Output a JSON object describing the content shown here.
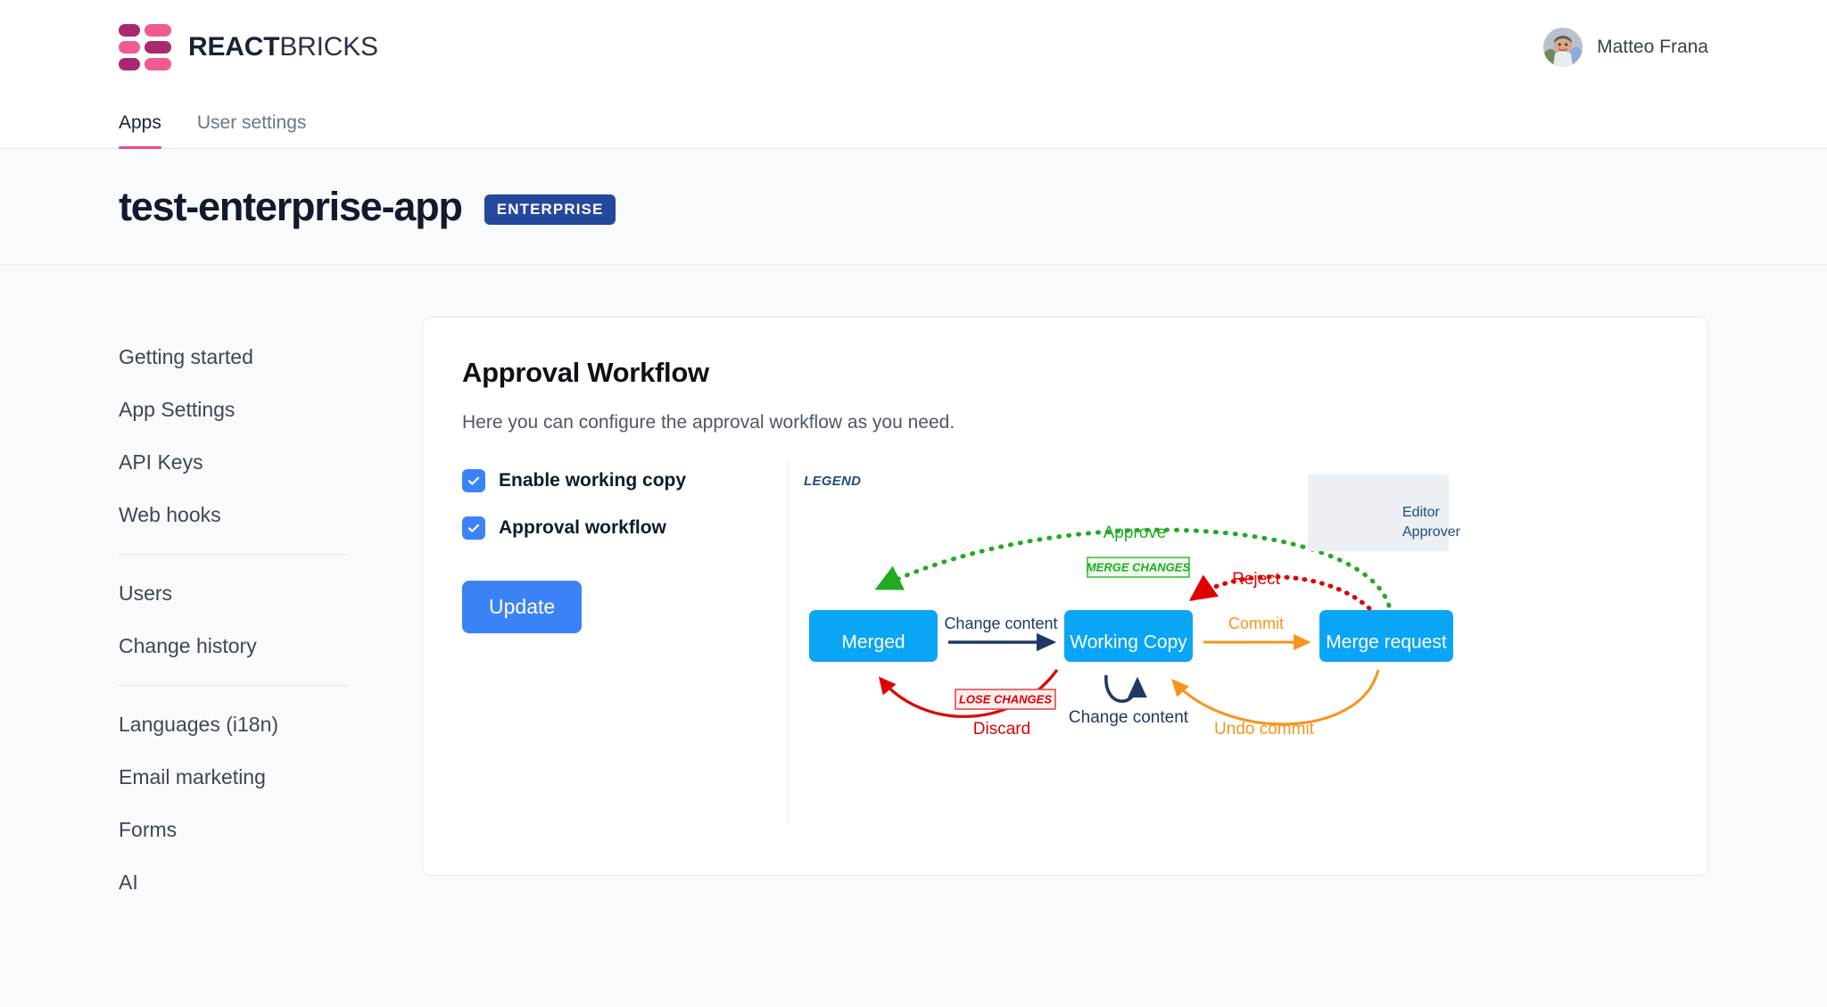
{
  "header": {
    "brand_bold": "REACT",
    "brand_light": "BRICKS",
    "user_name": "Matteo Frana"
  },
  "tabs": [
    {
      "label": "Apps",
      "active": true
    },
    {
      "label": "User settings",
      "active": false
    }
  ],
  "app": {
    "title": "test-enterprise-app",
    "plan_badge": "ENTERPRISE"
  },
  "sidebar": {
    "groups": [
      {
        "items": [
          "Getting started",
          "App Settings",
          "API Keys",
          "Web hooks"
        ]
      },
      {
        "items": [
          "Users",
          "Change history"
        ]
      },
      {
        "items": [
          "Languages (i18n)",
          "Email marketing",
          "Forms",
          "AI"
        ]
      }
    ]
  },
  "card": {
    "title": "Approval Workflow",
    "subtitle": "Here you can configure the approval workflow as you need.",
    "checkboxes": [
      {
        "label": "Enable working copy",
        "checked": true
      },
      {
        "label": "Approval workflow",
        "checked": true
      }
    ],
    "update_label": "Update"
  },
  "diagram": {
    "legend": {
      "title": "LEGEND",
      "entries": [
        {
          "label": "Editor",
          "style": "solid",
          "color": "#1a9bf0"
        },
        {
          "label": "Approver",
          "style": "dotted",
          "color": "#1a9bf0"
        }
      ]
    },
    "nodes": [
      {
        "id": "merged",
        "label": "Merged"
      },
      {
        "id": "working-copy",
        "label": "Working Copy"
      },
      {
        "id": "merge-request",
        "label": "Merge request"
      }
    ],
    "edges": [
      {
        "id": "change-content-fwd",
        "label": "Change content",
        "color": "#1f3864",
        "style": "solid"
      },
      {
        "id": "commit",
        "label": "Commit",
        "color": "#f7941d",
        "style": "solid"
      },
      {
        "id": "approve",
        "label": "Approve",
        "color": "#22aa22",
        "style": "dotted"
      },
      {
        "id": "reject",
        "label": "Reject",
        "color": "#e00000",
        "style": "dotted"
      },
      {
        "id": "discard",
        "label": "Discard",
        "color": "#e00000",
        "style": "solid"
      },
      {
        "id": "change-content-self",
        "label": "Change content",
        "color": "#1f3864",
        "style": "solid"
      },
      {
        "id": "undo-commit",
        "label": "Undo commit",
        "color": "#f7941d",
        "style": "solid"
      }
    ],
    "tags": [
      {
        "id": "merge-changes",
        "label": "MERGE CHANGES",
        "color": "#22aa22"
      },
      {
        "id": "lose-changes",
        "label": "LOSE CHANGES",
        "color": "#e00000"
      }
    ],
    "node_color": "#0aa5f5"
  },
  "colors": {
    "brand_dark": "#a8296f",
    "brand_light": "#ef5b91",
    "accent_blue": "#3b82f6",
    "badge_blue": "#24489b",
    "tab_underline": "#ec4899"
  }
}
